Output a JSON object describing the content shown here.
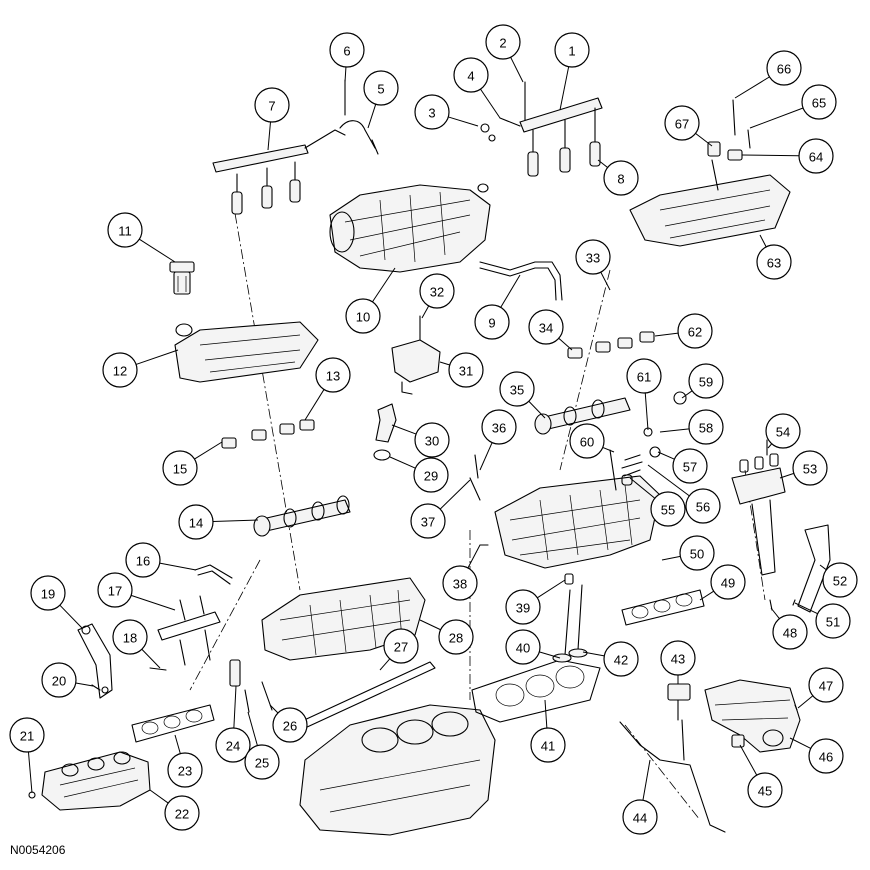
{
  "figure_code": "N0054206",
  "callouts": [
    "1",
    "2",
    "3",
    "4",
    "5",
    "6",
    "7",
    "8",
    "9",
    "10",
    "11",
    "12",
    "13",
    "14",
    "15",
    "16",
    "17",
    "18",
    "19",
    "20",
    "21",
    "22",
    "23",
    "24",
    "25",
    "26",
    "27",
    "28",
    "29",
    "30",
    "31",
    "32",
    "33",
    "34",
    "35",
    "36",
    "37",
    "38",
    "39",
    "40",
    "41",
    "42",
    "43",
    "44",
    "45",
    "46",
    "47",
    "48",
    "49",
    "50",
    "51",
    "52",
    "53",
    "54",
    "55",
    "56",
    "57",
    "58",
    "59",
    "60",
    "61",
    "62",
    "63",
    "64",
    "65",
    "66",
    "67"
  ]
}
